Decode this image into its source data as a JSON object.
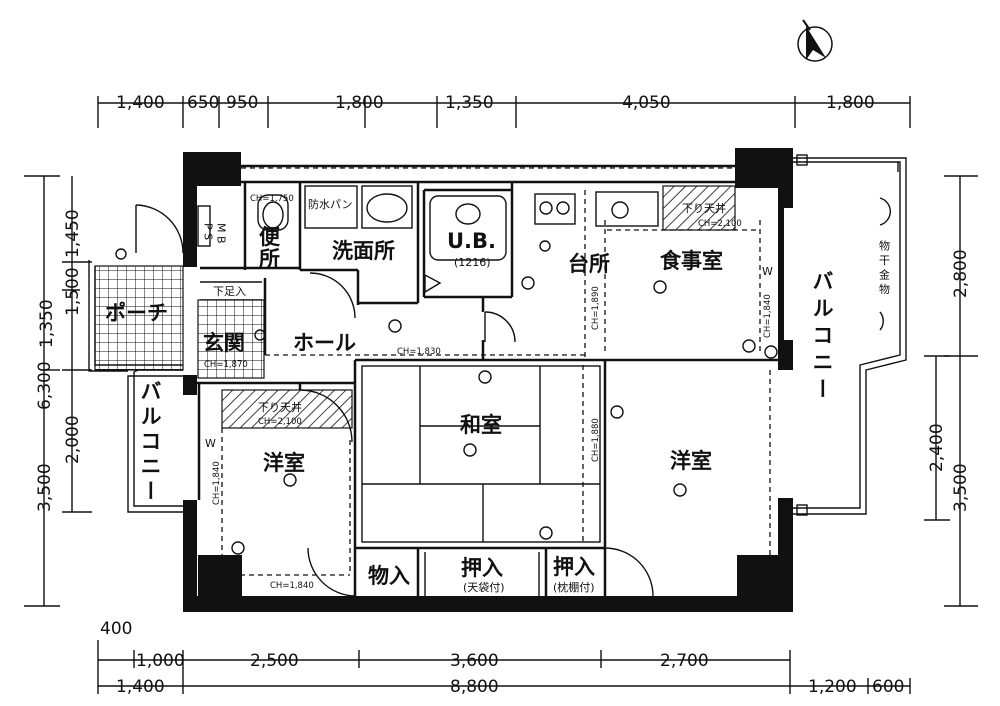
{
  "rooms": {
    "toilet": "便\n所",
    "washroom": "洗面所",
    "ub": "U.B.",
    "ub_size": "(1216)",
    "kitchen": "台所",
    "dining": "食事室",
    "balcony_right": "バルコニー",
    "porch": "ポーチ",
    "entrance": "玄関",
    "hall": "ホール",
    "balcony_left": "バルコニー",
    "western_left": "洋室",
    "japanese": "和室",
    "western_right": "洋室",
    "storage": "物入",
    "closet1": "押入",
    "closet1_sub": "(天袋付)",
    "closet2": "押入",
    "closet2_sub": "(枕棚付)"
  },
  "notes": {
    "drop_ceiling_1": "下り天井",
    "drop_ceiling_2": "下り天井",
    "shoe_rack": "下足入",
    "drain_pan": "防水パン",
    "laundry_hardware": "物\n干\n金\n物",
    "ps": "P\nS",
    "mb": "M\nB",
    "w_mark": "W",
    "ch_1750": "CH=1,750",
    "ch_2100_k": "CH=2,100",
    "ch_1890": "CH=1,890",
    "ch_1840_d": "CH=1,840",
    "ch_1830": "CH=1,830",
    "ch_1870": "CH=1,870",
    "ch_2100_w": "CH=2,100",
    "ch_1840_w": "CH=1,840",
    "ch_1880": "CH=1,880",
    "ch_1840_b": "CH=1,840"
  },
  "dimensions": {
    "top": [
      "1,400",
      "650",
      "950",
      "1,800",
      "1,350",
      "4,050",
      "1,800"
    ],
    "bottom_row1": [
      "1,000",
      "2,500",
      "3,600",
      "2,700"
    ],
    "bottom_row2": [
      "1,400",
      "8,800",
      "1,200",
      "600"
    ],
    "bottom_extra": "400",
    "left_outer": "6,300",
    "left_outer2": "3,500",
    "left_mid": [
      "1,450",
      "1,350",
      "1,500",
      "2,000"
    ],
    "right_outer": [
      "2,800",
      "3,500"
    ],
    "right_inner": "2,400"
  }
}
